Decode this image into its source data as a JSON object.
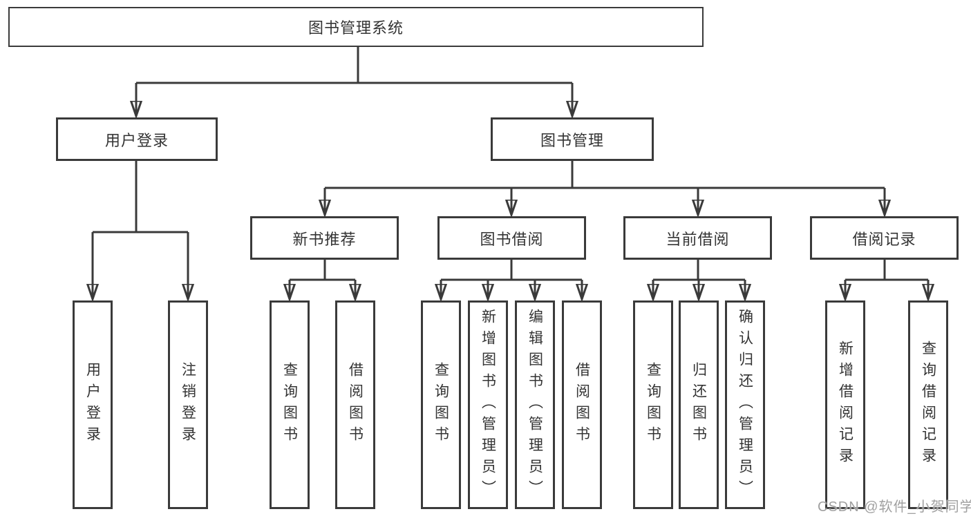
{
  "colors": {
    "line": "#3a3a3a",
    "box_border": "#3a3a3a",
    "text": "#333333",
    "watermark_text": "#a0a0a0",
    "background": "#ffffff"
  },
  "tree": {
    "root": {
      "label": "图书管理系统"
    },
    "children": [
      {
        "label": "用户登录",
        "children": [
          {
            "label": "用户登录"
          },
          {
            "label": "注销登录"
          }
        ]
      },
      {
        "label": "图书管理",
        "children": [
          {
            "label": "新书推荐",
            "children": [
              {
                "label": "查询图书"
              },
              {
                "label": "借阅图书"
              }
            ]
          },
          {
            "label": "图书借阅",
            "children": [
              {
                "label": "查询图书"
              },
              {
                "label": "新增图书（管理员）"
              },
              {
                "label": "编辑图书（管理员）"
              },
              {
                "label": "借阅图书"
              }
            ]
          },
          {
            "label": "当前借阅",
            "children": [
              {
                "label": "查询图书"
              },
              {
                "label": "归还图书"
              },
              {
                "label": "确认归还（管理员）"
              }
            ]
          },
          {
            "label": "借阅记录",
            "children": [
              {
                "label": "新增借阅记录"
              },
              {
                "label": "查询借阅记录"
              }
            ]
          }
        ]
      }
    ]
  },
  "watermark": {
    "text": "CSDN @软件_小贺同学"
  }
}
